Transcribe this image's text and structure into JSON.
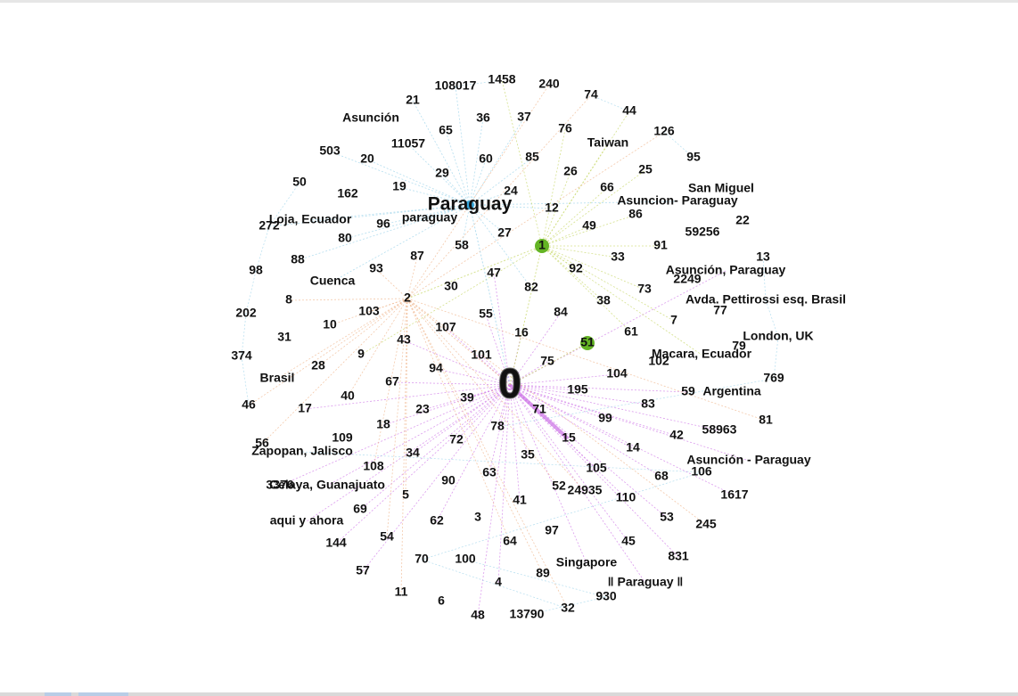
{
  "network": {
    "colors": {
      "hub_edge": "#d07be8",
      "secondary_edge": "#9cd3ea",
      "green_edge": "#c8d86a",
      "orange_edge": "#f0b890",
      "node_green": "#64b424",
      "node_blue": "#35a6dc",
      "label": "#111111"
    },
    "hubs": [
      {
        "label": "0",
        "size": "xl"
      },
      {
        "label": "Paraguay",
        "size": "lg",
        "marker": "blue"
      },
      {
        "label": "1",
        "size": "md",
        "marker": "green"
      },
      {
        "label": "51",
        "size": "md",
        "marker": "green"
      },
      {
        "label": "2",
        "size": "md"
      }
    ],
    "labels": [
      "108017",
      "1458",
      "240",
      "74",
      "44",
      "21",
      "36",
      "37",
      "76",
      "126",
      "95",
      "Asunción",
      "65",
      "11057",
      "60",
      "85",
      "Taiwan",
      "503",
      "20",
      "26",
      "25",
      "50",
      "162",
      "29",
      "24",
      "66",
      "San Miguel",
      "19",
      "Asuncion- Paraguay",
      "12",
      "86",
      "22",
      "272",
      "Loja, Ecuador",
      "96",
      "paraguay",
      "27",
      "49",
      "59256",
      "80",
      "91",
      "13",
      "88",
      "58",
      "87",
      "47",
      "92",
      "33",
      "Asunción, Paraguay",
      "98",
      "93",
      "2249",
      "Cuenca",
      "30",
      "82",
      "73",
      "8",
      "103",
      "Avda. Pettirossi esq. Brasil",
      "202",
      "55",
      "38",
      "84",
      "77",
      "10",
      "7",
      "31",
      "107",
      "61",
      "43",
      "16",
      "London, UK",
      "374",
      "9",
      "101",
      "79",
      "28",
      "Macara, Ecuador",
      "102",
      "Brasil",
      "75",
      "104",
      "67",
      "94",
      "769",
      "195",
      "40",
      "39",
      "59",
      "Argentina",
      "46",
      "17",
      "23",
      "83",
      "71",
      "99",
      "18",
      "81",
      "78",
      "58963",
      "109",
      "42",
      "56",
      "15",
      "14",
      "Zapopan, Jalisco",
      "34",
      "72",
      "35",
      "105",
      "Asunción - Paraguay",
      "68",
      "106",
      "108",
      "90",
      "63",
      "52",
      "Celaya, Guanajuato",
      "3376",
      "1617",
      "5",
      "110",
      "41",
      "24935",
      "69",
      "53",
      "aqui y ahora",
      "62",
      "3",
      "245",
      "54",
      "45",
      "144",
      "97",
      "64",
      "831",
      "70",
      "100",
      "Singapore",
      "57",
      "89",
      "‖ Paraguay ‖",
      "11",
      "4",
      "930",
      "6",
      "32",
      "48",
      "13790"
    ]
  }
}
